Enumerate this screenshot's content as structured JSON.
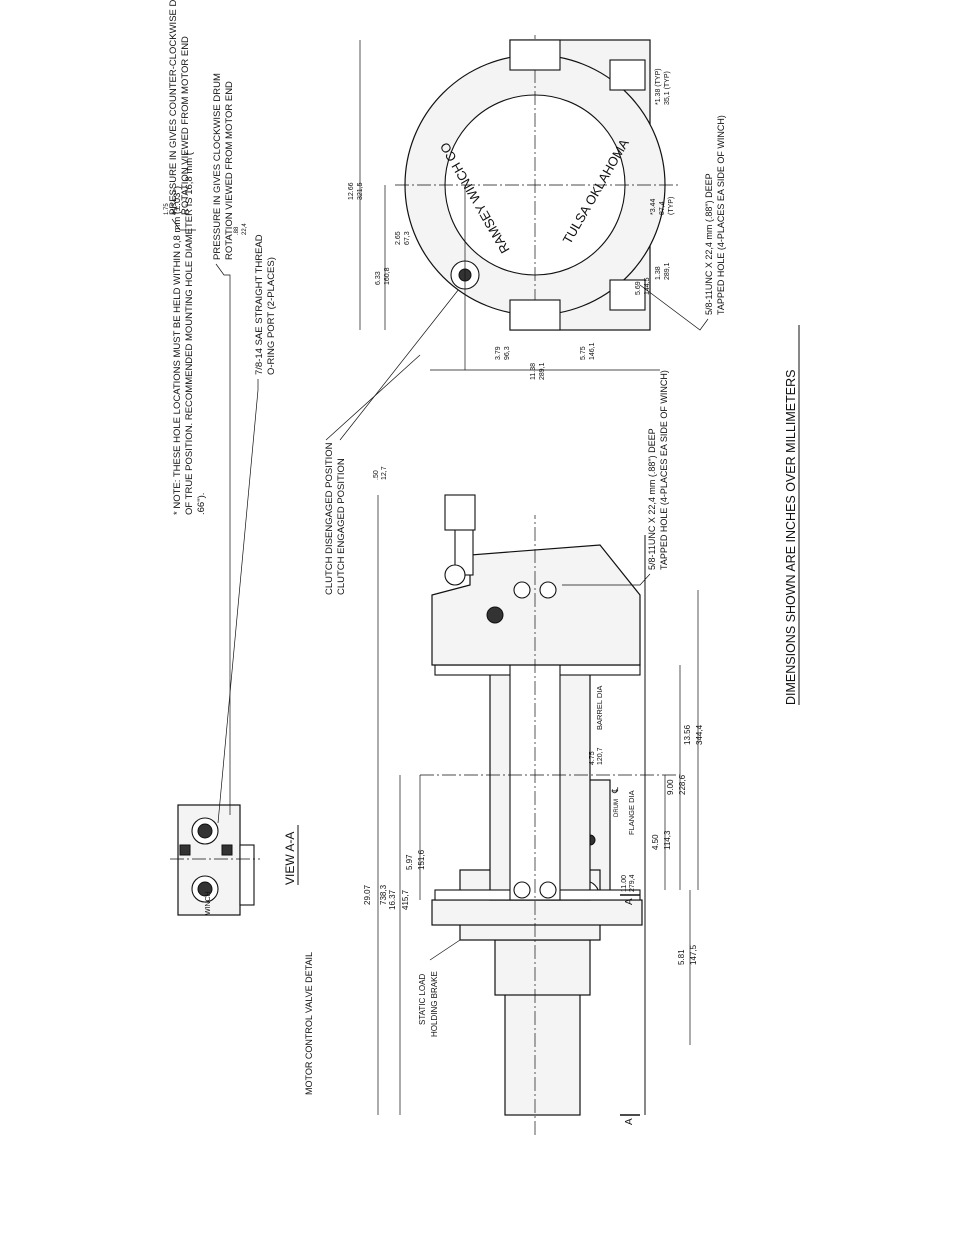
{
  "notes": {
    "hole_note_line1": "* NOTE: THESE HOLE LOCATIONS MUST BE HELD WITHIN 0,8 mm (±.03\")",
    "hole_note_line2": "OF TRUE POSITION. RECOMMENDED MOUNTING HOLE DIAMETER IS 16,8 mm (",
    "hole_note_line3": ".66\").",
    "ccw_line1": "PRESSURE IN GIVES COUNTER-CLOCKWISE DRUM",
    "ccw_line2": "ROTATION VIEWED FROM MOTOR END",
    "cw_line1": "PRESSURE IN GIVES CLOCKWISE DRUM",
    "cw_line2": "ROTATION VIEWED FROM MOTOR END",
    "port_line1": "7/8-14 SAE STRAIGHT THREAD",
    "port_line2": "O-RING PORT (2-PLACES)",
    "view_title": "VIEW A-A",
    "view_subtitle": "MOTOR CONTROL VALVE DETAIL",
    "clutch_disengaged": "CLUTCH DISENGAGED POSITION",
    "clutch_engaged": "CLUTCH ENGAGED POSITION",
    "tap_line1": "5/8-11UNC X  22,4 mm (.88\")  DEEP",
    "tap_line2": "TAPPED HOLE (4-PLACES EA SIDE OF WINCH)",
    "brake_line1": "STATIC LOAD",
    "brake_line2": "HOLDING BRAKE",
    "barrel": "BARREL DIA",
    "flange": "FLANGE DIA",
    "drum": "DRUM",
    "winch": "WINCH",
    "section_mark": "A",
    "footer": "DIMENSIONS SHOWN ARE INCHES OVER MILLIMETERS",
    "cl_symbol": "℄"
  },
  "logo_text": [
    "RAMSEY WINCH CO",
    "TULSA OKLAHOMA"
  ],
  "dims": {
    "d_1_75": [
      "1.75",
      "44,5"
    ],
    "d_88": [
      ".88",
      "22,4"
    ],
    "d_29_07": [
      "29.07",
      "738,3"
    ],
    "d_16_37": [
      "16.37",
      "415,7"
    ],
    "d_5_97": [
      "5.97",
      "151,6"
    ],
    "d_11_00": [
      "11.00",
      "279,4"
    ],
    "d_4_75": [
      "4.75",
      "120,7"
    ],
    "d_4_50": [
      "4.50",
      "114,3"
    ],
    "d_9_00": [
      "9.00",
      "228,6"
    ],
    "d_13_56": [
      "13.56",
      "344,4"
    ],
    "d_5_81": [
      "5.81",
      "147,5"
    ],
    "d_50": [
      ".50",
      "12,7"
    ],
    "d_12_66": [
      "12.66",
      "321,5"
    ],
    "d_6_33": [
      "6.33",
      "160,8"
    ],
    "d_2_65": [
      "2.65",
      "67,3"
    ],
    "d_3_79": [
      "3.79",
      "96,3"
    ],
    "d_5_75": [
      "5.75",
      "146,1"
    ],
    "d_11_38": [
      "11.38",
      "289,1"
    ],
    "d_5_69": [
      "5.69",
      "144,5"
    ],
    "d_1_38": [
      "1.38",
      "289,1"
    ],
    "d_3_44": [
      "*3.44",
      "87,4",
      "(TYP)"
    ],
    "d_1_38_typ": [
      "*1.38 (TYP)",
      "35,1 (TYP)"
    ]
  }
}
